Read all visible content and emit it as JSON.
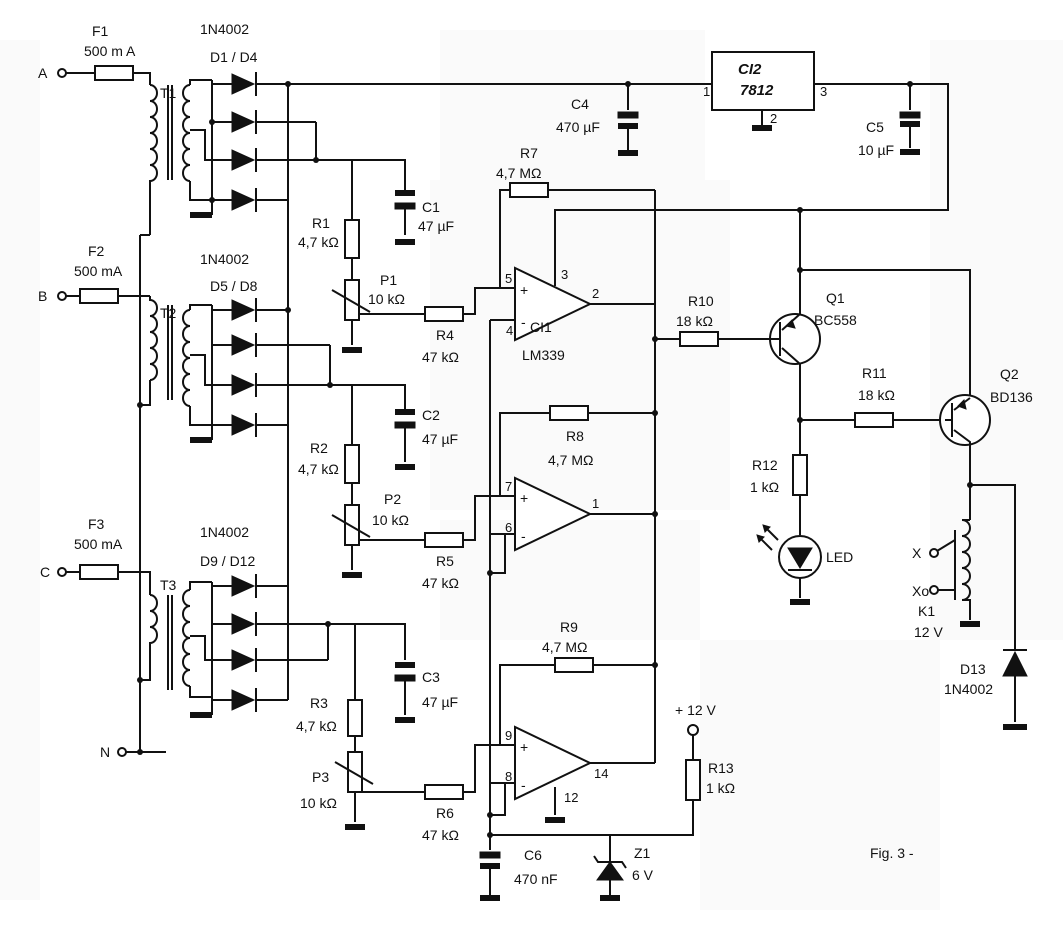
{
  "inputs": {
    "a": "A",
    "b": "B",
    "c": "C",
    "n": "N"
  },
  "fuses": [
    {
      "ref": "F1",
      "value": "500 m A"
    },
    {
      "ref": "F2",
      "value": "500 mA"
    },
    {
      "ref": "F3",
      "value": "500 mA"
    }
  ],
  "transformers": [
    "T1",
    "T2",
    "T3"
  ],
  "diodes": [
    {
      "type": "1N4002",
      "ref": "D1 / D4"
    },
    {
      "type": "1N4002",
      "ref": "D5 / D8"
    },
    {
      "type": "1N4002",
      "ref": "D9 / D12"
    }
  ],
  "capacitors": {
    "c1": {
      "ref": "C1",
      "value": "47 µF"
    },
    "c2": {
      "ref": "C2",
      "value": "47 µF"
    },
    "c3": {
      "ref": "C3",
      "value": "47 µF"
    },
    "c4": {
      "ref": "C4",
      "value": "470 µF"
    },
    "c5": {
      "ref": "C5",
      "value": "10 µF"
    },
    "c6": {
      "ref": "C6",
      "value": "470 nF"
    }
  },
  "resistors": {
    "r1": {
      "ref": "R1",
      "value": "4,7 kΩ"
    },
    "r2": {
      "ref": "R2",
      "value": "4,7 kΩ"
    },
    "r3": {
      "ref": "R3",
      "value": "4,7 kΩ"
    },
    "r4": {
      "ref": "R4",
      "value": "47 kΩ"
    },
    "r5": {
      "ref": "R5",
      "value": "47 kΩ"
    },
    "r6": {
      "ref": "R6",
      "value": "47 kΩ"
    },
    "r7": {
      "ref": "R7",
      "value": "4,7 MΩ"
    },
    "r8": {
      "ref": "R8",
      "value": "4,7 MΩ"
    },
    "r9": {
      "ref": "R9",
      "value": "4,7 MΩ"
    },
    "r10": {
      "ref": "R10",
      "value": "18 kΩ"
    },
    "r11": {
      "ref": "R11",
      "value": "18 kΩ"
    },
    "r12": {
      "ref": "R12",
      "value": "1 kΩ"
    },
    "r13": {
      "ref": "R13",
      "value": "1 kΩ"
    }
  },
  "pots": [
    {
      "ref": "P1",
      "value": "10 kΩ"
    },
    {
      "ref": "P2",
      "value": "10 kΩ"
    },
    {
      "ref": "P3",
      "value": "10 kΩ"
    }
  ],
  "regulator": {
    "ref": "CI2",
    "part": "7812",
    "pin1": "1",
    "pin2": "2",
    "pin3": "3"
  },
  "comparator": {
    "ref": "CI1",
    "part": "LM339"
  },
  "opamp_pins": {
    "u1": {
      "plus": "5",
      "minus": "4",
      "out": "2",
      "vcc": "3"
    },
    "u2": {
      "plus": "7",
      "minus": "6",
      "out": "1"
    },
    "u3": {
      "plus": "9",
      "minus": "8",
      "out": "14",
      "gnd": "12"
    }
  },
  "transistors": {
    "q1": {
      "ref": "Q1",
      "part": "BC558"
    },
    "q2": {
      "ref": "Q2",
      "part": "BD136"
    }
  },
  "led": "LED",
  "relay": {
    "ref": "K1",
    "value": "12 V",
    "x": "X",
    "xo": "Xo"
  },
  "d13": {
    "ref": "D13",
    "part": "1N4002"
  },
  "zener": {
    "ref": "Z1",
    "value": "6 V"
  },
  "supply": "+ 12 V",
  "plus_sign": "+",
  "minus_sign": "-",
  "caption": "Fig. 3 -"
}
